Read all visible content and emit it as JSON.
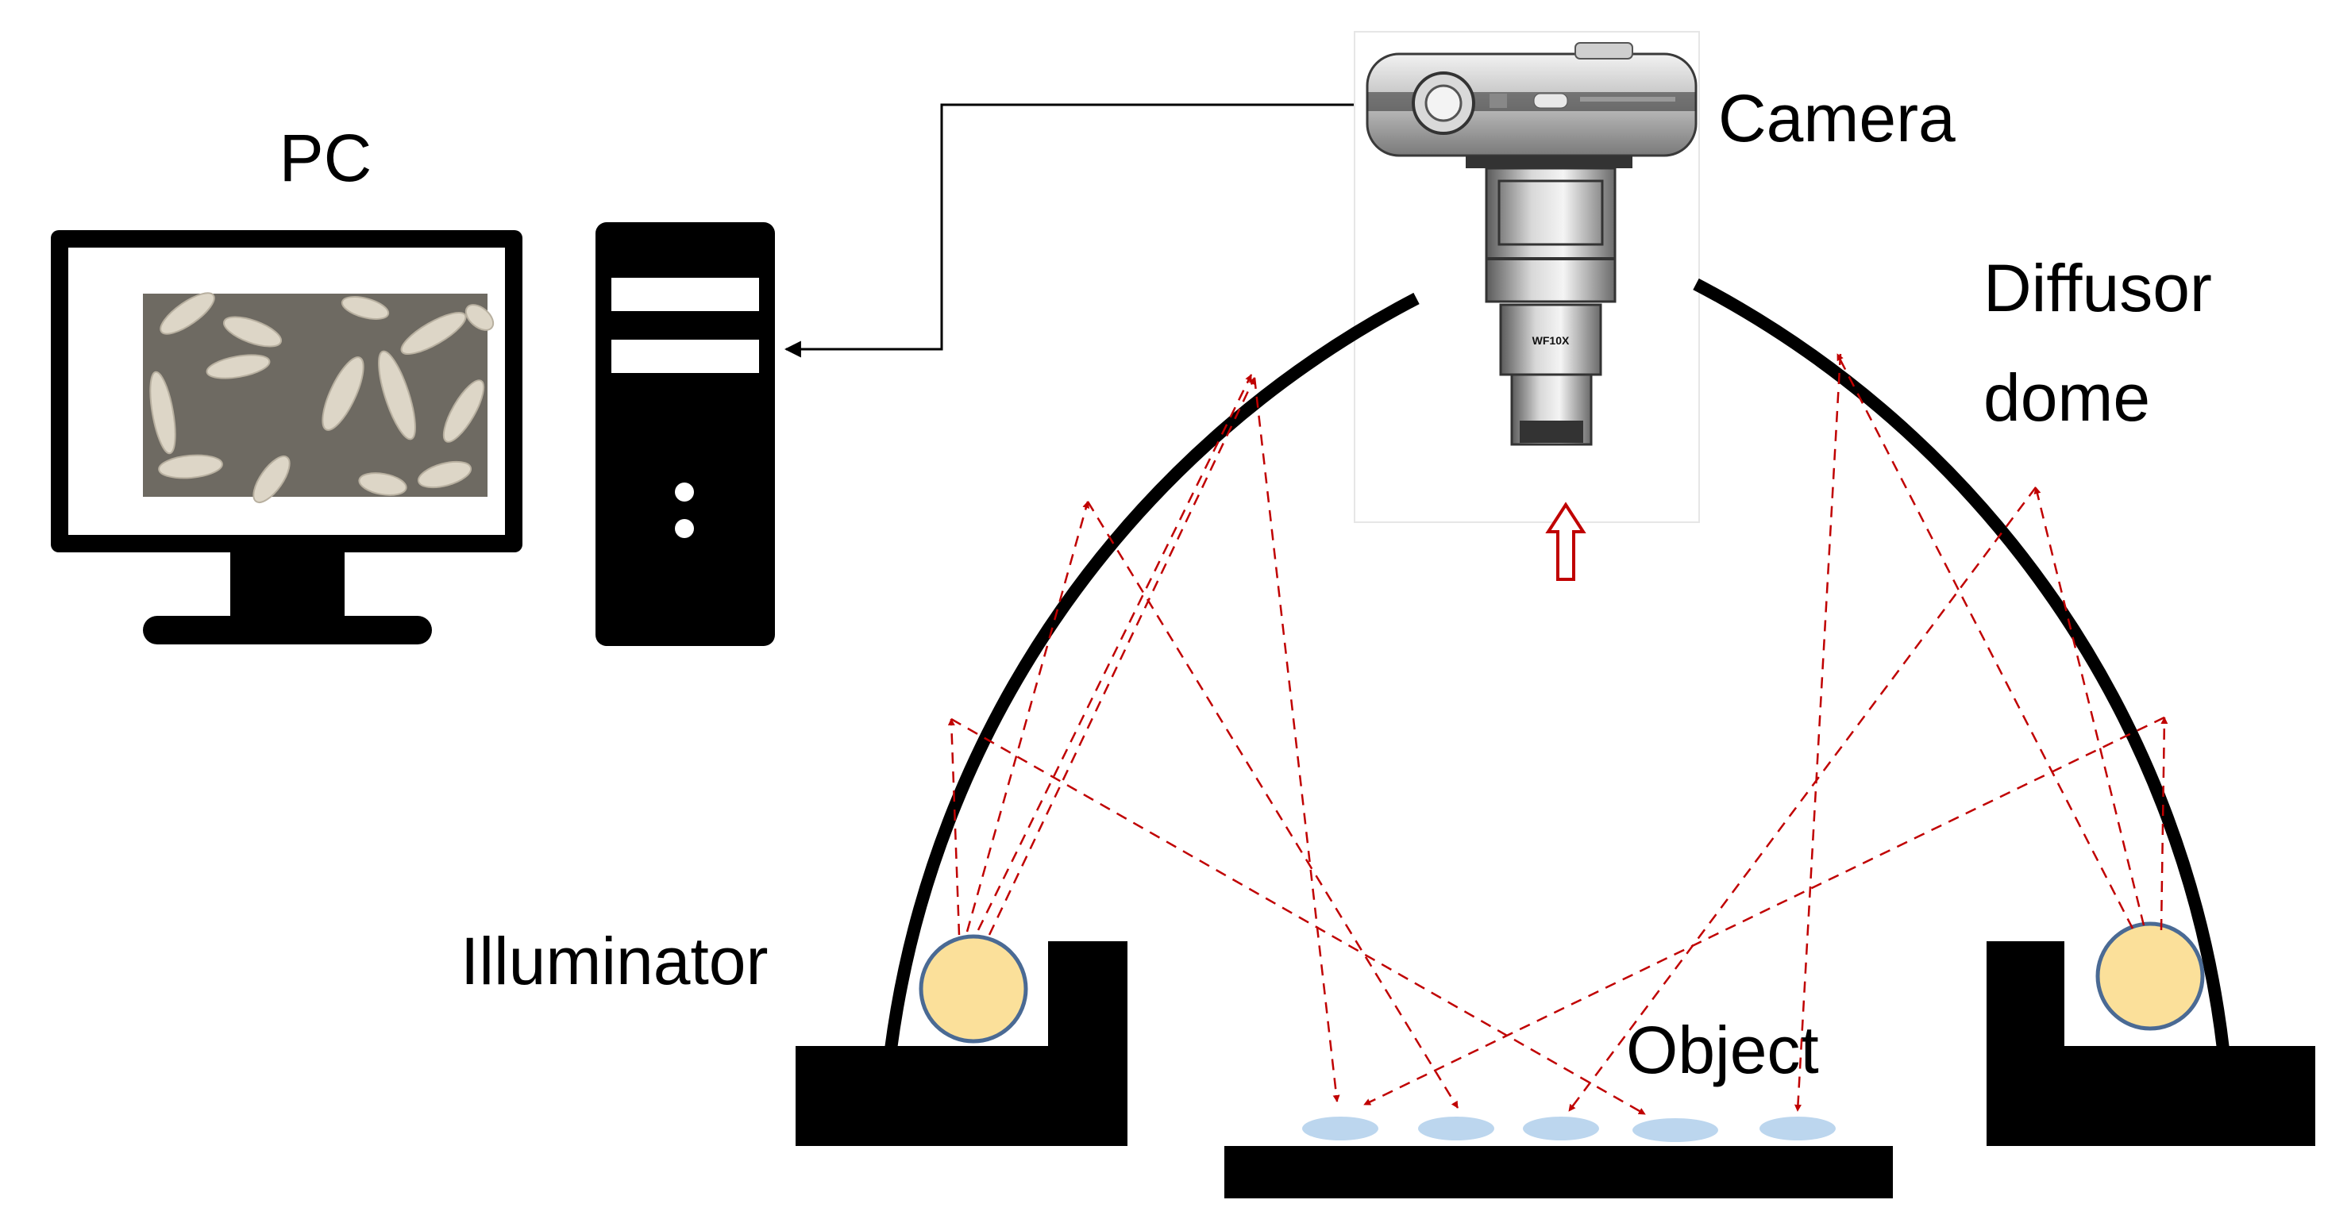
{
  "labels": {
    "pc": "PC",
    "camera": "Camera",
    "diffusor_line1": "Diffusor",
    "diffusor_line2": "dome",
    "illuminator": "Illuminator",
    "object": "Object",
    "lens_marking": "WF10X"
  },
  "colors": {
    "ink": "#000000",
    "ray": "#c00000",
    "lamp_fill": "#fbe09a",
    "lamp_edge": "#4a6a94",
    "object_fill": "#bcd6ee",
    "screen_bg": "#6e6a62",
    "grain": "#ddd6c7"
  },
  "icons": {
    "pc": "desktop-monitor-and-tower-icon",
    "camera": "microscope-camera-icon",
    "light_direction": "hollow-up-arrow-icon"
  }
}
